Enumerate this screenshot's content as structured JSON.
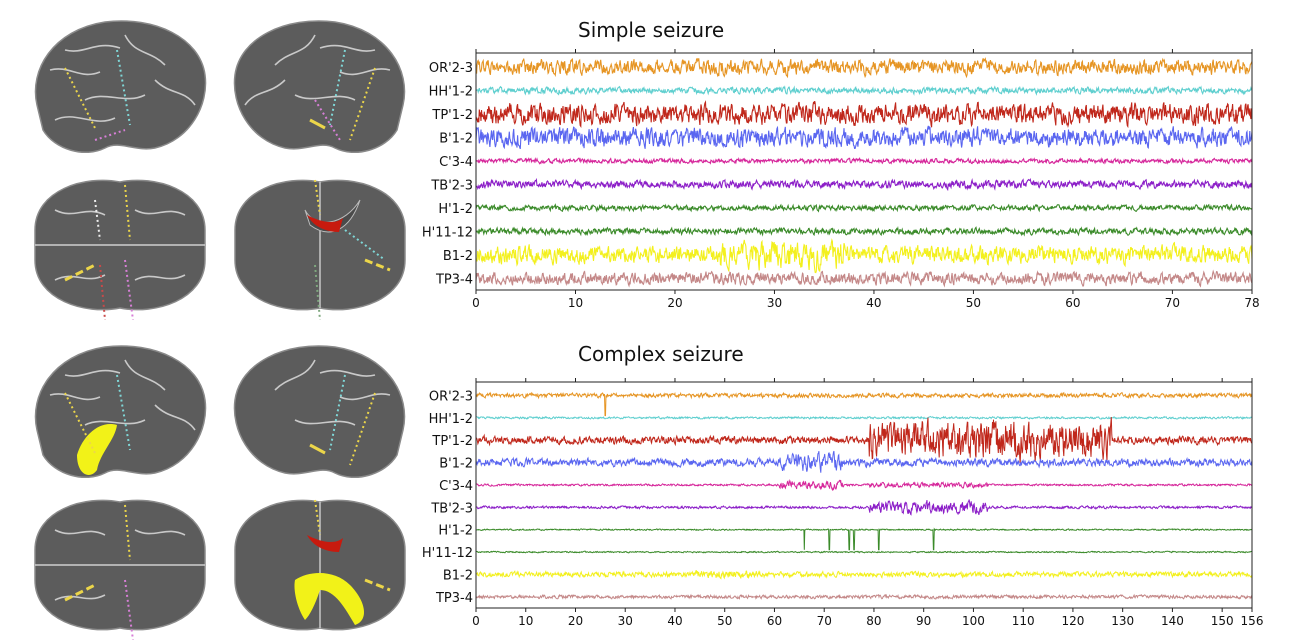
{
  "chart_data": [
    {
      "type": "line",
      "title": "Simple seizure",
      "xlabel": "",
      "ylabel": "",
      "xlim": [
        0,
        78
      ],
      "x_ticks": [
        0,
        10,
        20,
        30,
        40,
        50,
        60,
        70,
        78
      ],
      "channels": [
        "OR'2-3",
        "HH'1-2",
        "TP'1-2",
        "B'1-2",
        "C'3-4",
        "TB'2-3",
        "H'1-2",
        "H'11-12",
        "B1-2",
        "TP3-4"
      ],
      "colors": [
        "#E69524",
        "#5FCFCF",
        "#C0271B",
        "#5A66F0",
        "#D6279B",
        "#8C1FC8",
        "#3B8B2A",
        "#3B8B2A",
        "#F3F01E",
        "#C48888"
      ],
      "amplitudes": [
        0.85,
        0.35,
        1.2,
        1.1,
        0.25,
        0.45,
        0.3,
        0.35,
        1.0,
        0.7
      ],
      "bursts": [
        {
          "channel": "B1-2",
          "start": 24.5,
          "end": 37,
          "gain": 1.6
        }
      ]
    },
    {
      "type": "line",
      "title": "Complex seizure",
      "xlabel": "",
      "ylabel": "",
      "xlim": [
        0,
        156
      ],
      "x_ticks": [
        0,
        10,
        20,
        30,
        40,
        50,
        60,
        70,
        80,
        90,
        100,
        110,
        120,
        130,
        140,
        150,
        156
      ],
      "channels": [
        "OR'2-3",
        "HH'1-2",
        "TP'1-2",
        "B'1-2",
        "C'3-4",
        "TB'2-3",
        "H'1-2",
        "H'11-12",
        "B1-2",
        "TP3-4"
      ],
      "colors": [
        "#E69524",
        "#5FCFCF",
        "#C0271B",
        "#5A66F0",
        "#D6279B",
        "#8C1FC8",
        "#3B8B2A",
        "#3B8B2A",
        "#F3F01E",
        "#C48888"
      ],
      "amplitudes": [
        0.25,
        0.12,
        0.45,
        0.45,
        0.12,
        0.15,
        0.08,
        0.08,
        0.3,
        0.2
      ],
      "bursts": [
        {
          "channel": "TP'1-2",
          "start": 79,
          "end": 128,
          "gain": 5.0
        },
        {
          "channel": "B'1-2",
          "start": 61,
          "end": 74,
          "gain": 2.5
        },
        {
          "channel": "C'3-4",
          "start": 61,
          "end": 74,
          "gain": 4.0
        },
        {
          "channel": "C'3-4",
          "start": 79,
          "end": 103,
          "gain": 2.5
        },
        {
          "channel": "TB'2-3",
          "start": 79,
          "end": 103,
          "gain": 5.0
        },
        {
          "channel": "B1-2",
          "start": 44,
          "end": 58,
          "gain": 1.6
        }
      ],
      "spikes": [
        {
          "channel": "OR'2-3",
          "x": 26
        },
        {
          "channel": "H'1-2",
          "x": 66
        },
        {
          "channel": "H'1-2",
          "x": 71
        },
        {
          "channel": "H'1-2",
          "x": 75
        },
        {
          "channel": "H'1-2",
          "x": 76
        },
        {
          "channel": "H'1-2",
          "x": 81
        },
        {
          "channel": "H'1-2",
          "x": 92
        }
      ]
    }
  ],
  "brain_colors": {
    "cortex": "#5c5c5c",
    "highlight_red": "#c81a0e",
    "highlight_yellow": "#f2f218",
    "electrode_yellow": "#ecd64a",
    "electrode_cyan": "#7fd7d7",
    "electrode_pink": "#d77fd7",
    "electrode_white": "#eeeeee",
    "electrode_green": "#7fa87f"
  }
}
